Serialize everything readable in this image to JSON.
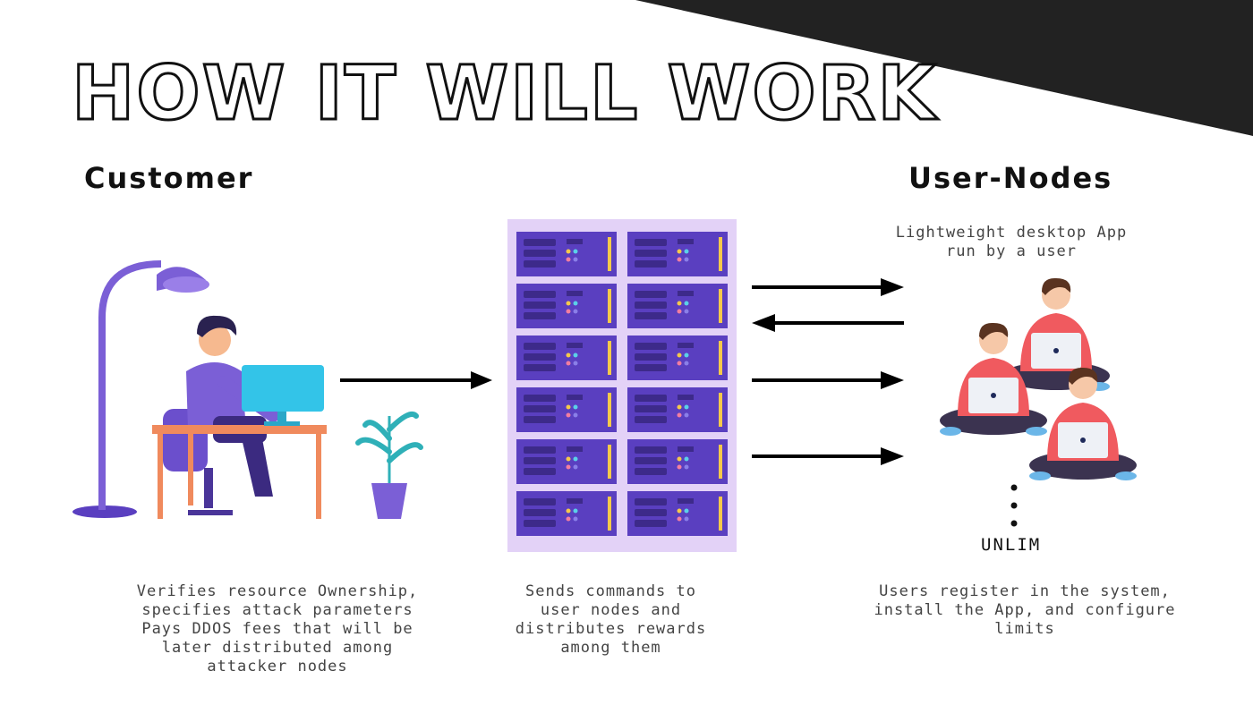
{
  "title": "How it will work",
  "customer": {
    "heading": "Customer",
    "description": "Verifies resource Ownership,\nspecifies attack parameters\nPays DDOS fees that will be\nlater distributed among\nattacker nodes"
  },
  "server": {
    "description": "Sends commands to\nuser nodes and\ndistributes rewards\namong them"
  },
  "user_nodes": {
    "heading": "User-Nodes",
    "app_caption": "Lightweight desktop App\nrun by a user",
    "count_label": "UNLIM",
    "description": "Users register in the system,\ninstall the App, and configure\nlimits"
  },
  "colors": {
    "accent": "#7b5fd6",
    "server_bg": "#e3d2f7",
    "rack": "#5a3fc0",
    "shirt": "#f05a5f",
    "dark": "#222222"
  }
}
